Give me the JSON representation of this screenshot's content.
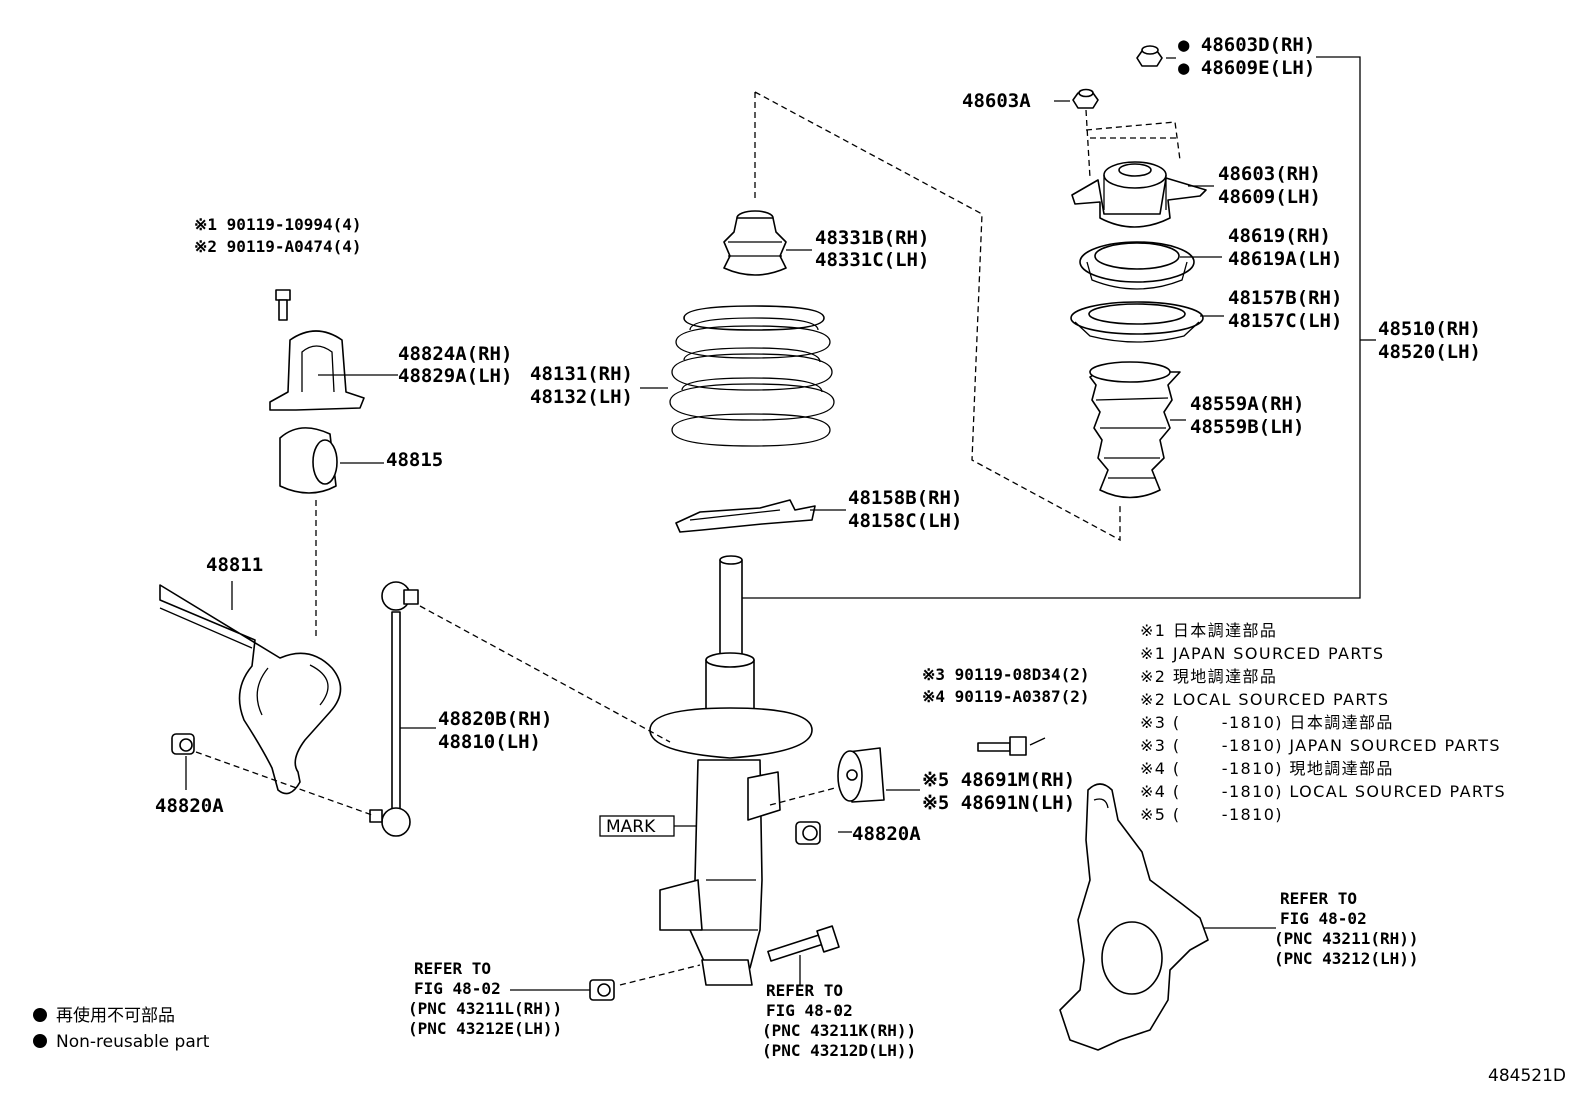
{
  "callouts": {
    "p48603d": "● 48603D(RH)",
    "p48609e": "● 48609E(LH)",
    "p48603a": "48603A",
    "p48603": "48603(RH)",
    "p48609": "48609(LH)",
    "p48619": "48619(RH)",
    "p48619a": "48619A(LH)",
    "p48157b": "48157B(RH)",
    "p48157c": "48157C(LH)",
    "p48510": "48510(RH)",
    "p48520": "48520(LH)",
    "p48559a": "48559A(RH)",
    "p48559b": "48559B(LH)",
    "p48331b": "48331B(RH)",
    "p48331c": "48331C(LH)",
    "p48131": "48131(RH)",
    "p48132": "48132(LH)",
    "p48158b": "48158B(RH)",
    "p48158c": "48158C(LH)",
    "bolt1": "※1 90119-10994(4)",
    "bolt2": "※2 90119-A0474(4)",
    "p48824a": "48824A(RH)",
    "p48829a": "48829A(LH)",
    "p48815": "48815",
    "p48811": "48811",
    "p48820b": "48820B(RH)",
    "p48810": "48810(LH)",
    "p48820a_left": "48820A",
    "p48820a_right": "48820A",
    "bolt3": "※3 90119-08D34(2)",
    "bolt4": "※4 90119-A0387(2)",
    "p48691m": "※5 48691M(RH)",
    "p48691n": "※5 48691N(LH)",
    "mark": "MARK",
    "refer1": [
      "REFER TO",
      "FIG 48-02",
      "(PNC 43211L(RH))",
      "(PNC 43212E(LH))"
    ],
    "refer2": [
      "REFER TO",
      "FIG 48-02",
      "(PNC 43211K(RH))",
      "(PNC 43212D(LH))"
    ],
    "refer3": [
      "REFER TO",
      "FIG 48-02",
      "(PNC 43211(RH))",
      "(PNC 43212(LH))"
    ]
  },
  "notes": [
    "※1 日本調達部品",
    "※1 JAPAN SOURCED PARTS",
    "※2 現地調達部品",
    "※2 LOCAL SOURCED PARTS",
    "※3 (　　 -1810) 日本調達部品",
    "※3 (　　 -1810) JAPAN SOURCED PARTS",
    "※4 (　　 -1810) 現地調達部品",
    "※4 (　　 -1810) LOCAL SOURCED PARTS",
    "※5 (　　 -1810)"
  ],
  "legend": {
    "jp": "再使用不可部品",
    "en": "Non-reusable part"
  },
  "figure_id": "484521D"
}
